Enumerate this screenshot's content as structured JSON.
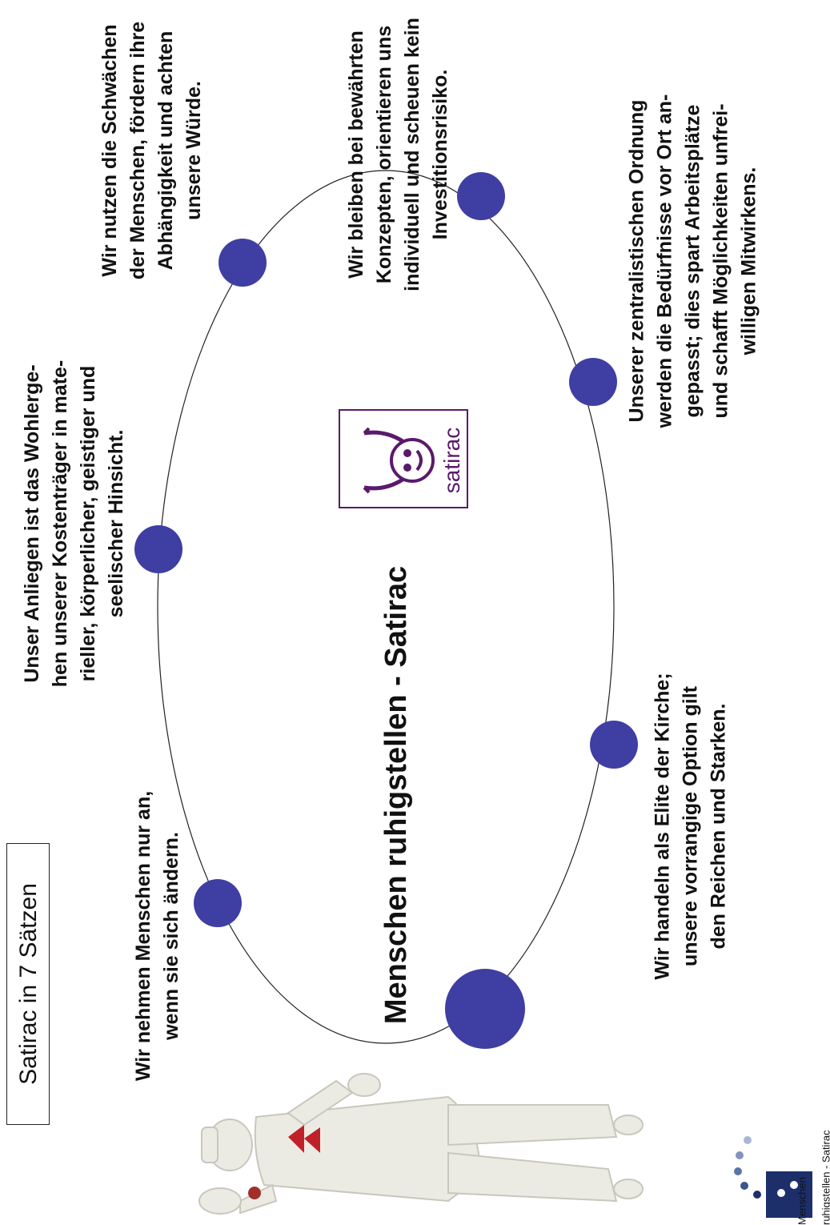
{
  "slide_title": "Satirac in 7 Sätzen",
  "main_title": "Menschen ruhigstellen - Satirac",
  "logo": {
    "text": "satirac",
    "icon": "horned-smiley-icon",
    "color": "#5a1a6b"
  },
  "colors": {
    "circle": "#3f3ea3",
    "ellipse_line": "#222222"
  },
  "sentences": [
    "Wir nehmen Menschen nur an,\nwenn sie sich ändern.",
    "Unser Anliegen ist das Wohlerge-\nhen unserer Kostenträger in mate-\nrieller, körperlicher, geistiger und\nseelischer Hinsicht.",
    "Wir nutzen die Schwächen\nder Menschen, fördern ihre\nAbhängigkeit und achten\nunsere Würde.",
    "Wir bleiben bei bewährten\nKonzepten, orientieren uns\nindividuell und scheuen kein\nInvestitionsrisiko.",
    "Unserer zentralistischen Ordnung\nwerden die Bedürfnisse vor Ort an-\ngepasst; dies spart Arbeitsplätze\nund schafft Möglichkeiten unfrei-\nwilligen Mitwirkens.",
    "Wir handeln als Elite der Kirche;\nunsere vorrangige Option gilt\nden Reichen und Starken."
  ],
  "footer": {
    "line1": "Menschen",
    "line2": "ruhigstellen - Satirac",
    "logo_icon": "dots-logo-icon"
  },
  "photo": {
    "icon": "mime-figure-icon"
  }
}
